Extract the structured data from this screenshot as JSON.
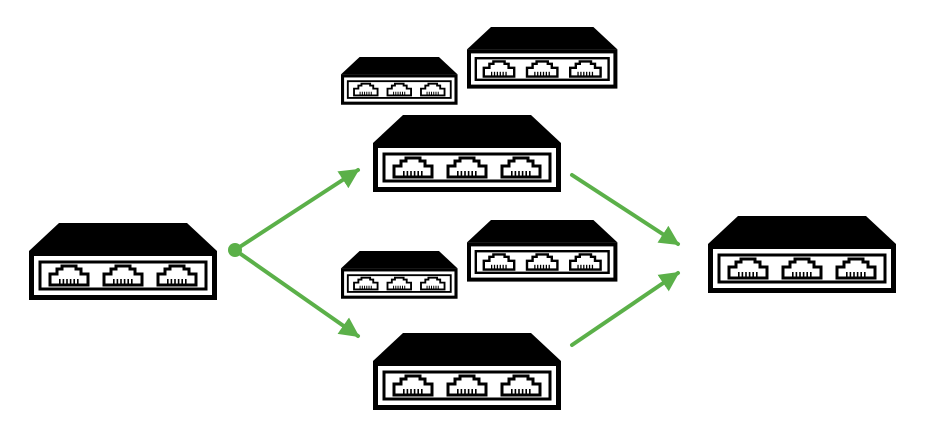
{
  "diagram": {
    "colors": {
      "device": "#000000",
      "background": "#ffffff",
      "path": "#5bb049"
    },
    "devices": [
      {
        "id": "source-switch",
        "icon": "network-switch-icon",
        "ports": 3
      },
      {
        "id": "top-small-switch",
        "icon": "network-switch-icon",
        "ports": 3
      },
      {
        "id": "top-medium-switch",
        "icon": "network-switch-icon",
        "ports": 3
      },
      {
        "id": "upper-path-switch",
        "icon": "network-switch-icon",
        "ports": 3
      },
      {
        "id": "middle-small-switch",
        "icon": "network-switch-icon",
        "ports": 3
      },
      {
        "id": "middle-medium-switch",
        "icon": "network-switch-icon",
        "ports": 3
      },
      {
        "id": "lower-path-switch",
        "icon": "network-switch-icon",
        "ports": 3
      },
      {
        "id": "destination-switch",
        "icon": "network-switch-icon",
        "ports": 3
      }
    ],
    "paths": [
      {
        "from": "source-switch",
        "to": "upper-path-switch"
      },
      {
        "from": "source-switch",
        "to": "lower-path-switch"
      },
      {
        "from": "upper-path-switch",
        "to": "destination-switch"
      },
      {
        "from": "lower-path-switch",
        "to": "destination-switch"
      }
    ]
  }
}
